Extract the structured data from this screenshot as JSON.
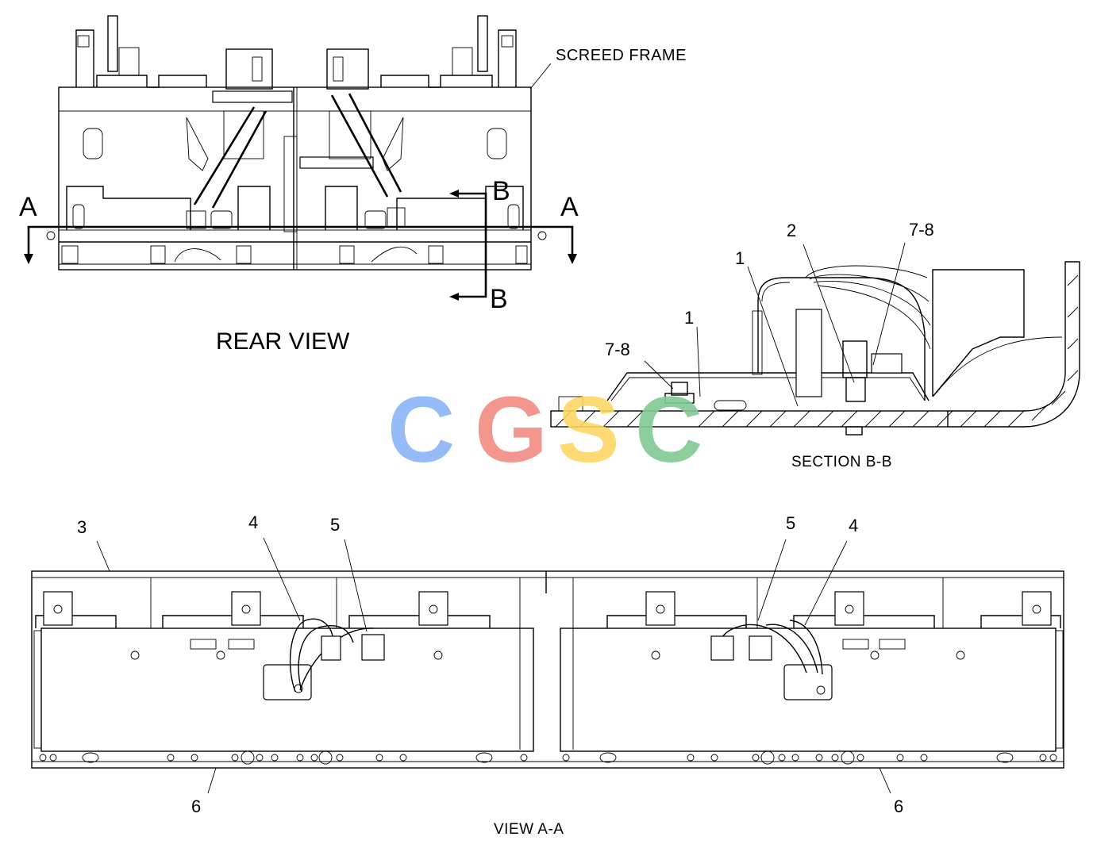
{
  "labels": {
    "screed_frame": "SCREED FRAME",
    "rear_view": "REAR VIEW",
    "section_bb": "SECTION B-B",
    "view_aa": "VIEW  A-A",
    "section_a_left": "A",
    "section_a_right": "A",
    "section_b_top": "B",
    "section_b_bottom": "B"
  },
  "callouts": {
    "bb_1_upper": "1",
    "bb_2": "2",
    "bb_78_right": "7-8",
    "bb_1_lower": "1",
    "bb_78_left": "7-8",
    "aa_3": "3",
    "aa_4_left": "4",
    "aa_5_left": "5",
    "aa_5_right": "5",
    "aa_4_right": "4",
    "aa_6_left": "6",
    "aa_6_right": "6"
  },
  "watermark": {
    "letters": [
      "C",
      "G",
      "S",
      "C"
    ],
    "colors": [
      "#8ab4f8",
      "#f28b82",
      "#fdd663",
      "#81c995"
    ]
  }
}
